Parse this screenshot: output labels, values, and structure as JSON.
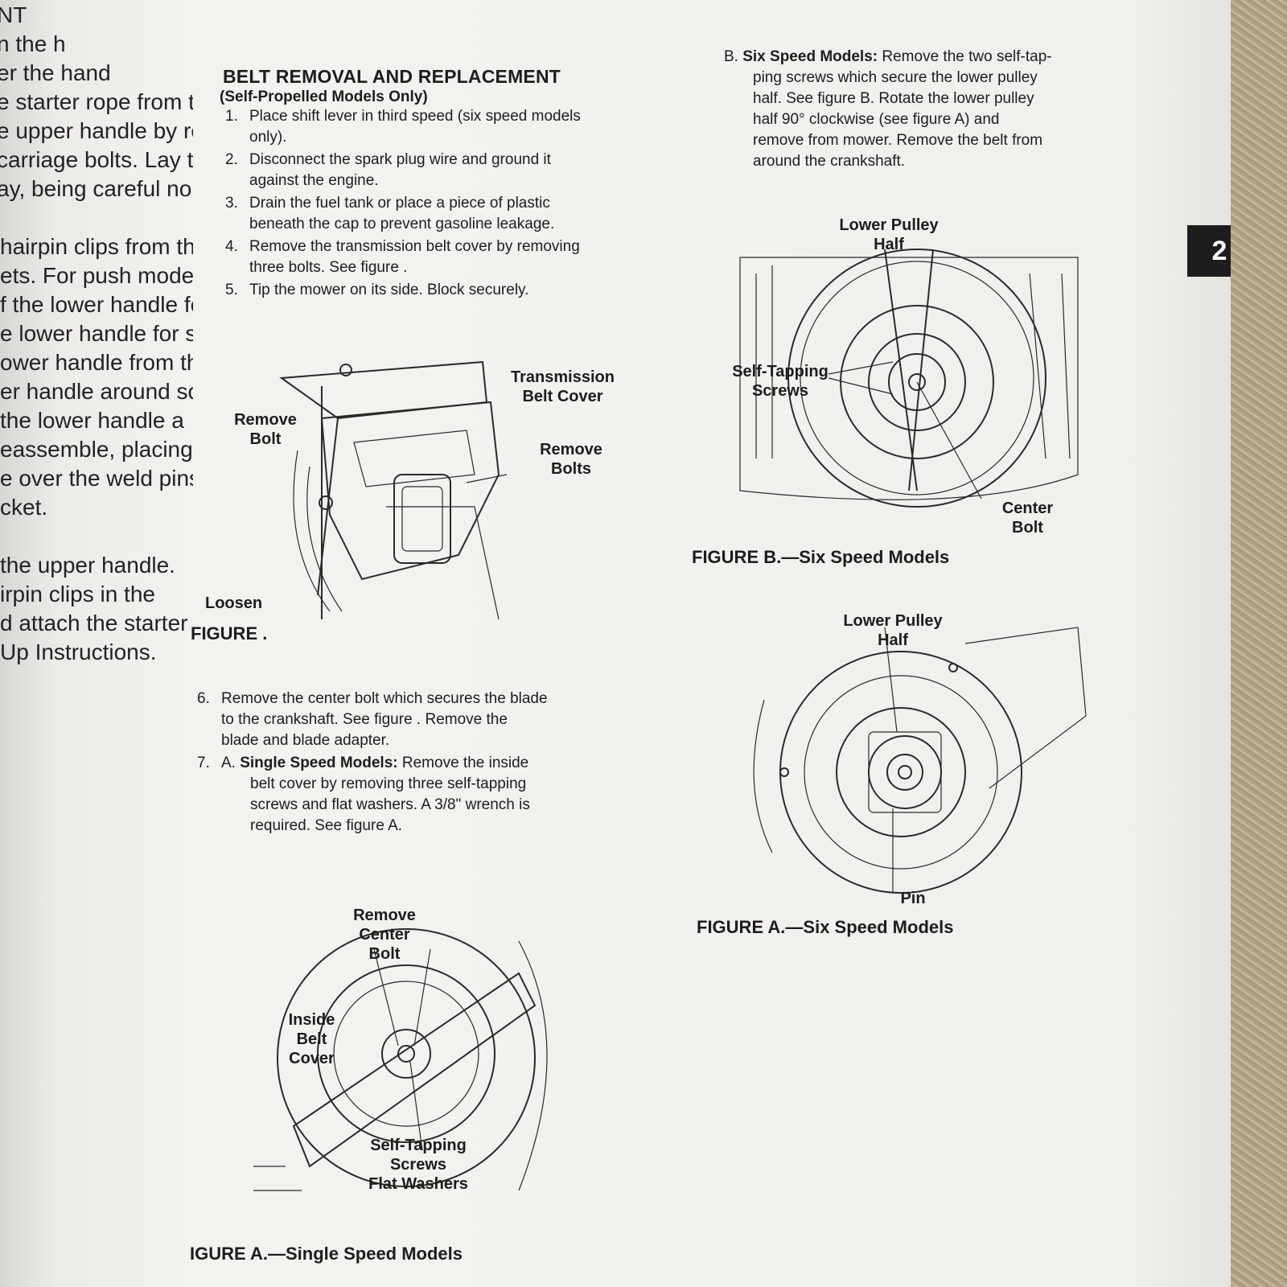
{
  "left_fragment": {
    "lines": [
      "NT",
      "n the h",
      "er the hand",
      "e starter rope from the",
      "e upper handle by rem",
      "carriage bolts. Lay th",
      "ay, being careful no",
      "",
      "hairpin clips from the",
      "ets. For push mode",
      "f the lower handle fo",
      "e lower handle for self-",
      "ower handle from th",
      "er handle around so",
      "the lower handle a",
      "eassemble, placing th",
      "e over the weld pins",
      "cket.",
      "",
      "the upper handle.",
      "irpin clips in the",
      "d attach the starter to",
      "Up Instructions."
    ]
  },
  "section": {
    "title": "BELT REMOVAL AND REPLACEMENT",
    "subtitle": "(Self-Propelled Models Only)"
  },
  "steps_a": [
    {
      "num": "1.",
      "lines": [
        "Place shift lever in third speed (six speed models",
        "only)."
      ]
    },
    {
      "num": "2.",
      "lines": [
        "Disconnect the spark plug wire and ground it",
        "against the engine."
      ]
    },
    {
      "num": "3.",
      "lines": [
        "Drain the fuel tank or place a piece of plastic",
        "beneath the cap to prevent gasoline leakage."
      ]
    },
    {
      "num": "4.",
      "lines": [
        "Remove the transmission belt cover by removing",
        "three bolts. See figure   ."
      ]
    },
    {
      "num": "5.",
      "lines": [
        "Tip the mower on its side. Block securely."
      ]
    }
  ],
  "figure1": {
    "labels": {
      "transmission_belt_cover": "Transmission\nBelt Cover",
      "remove_bolt": "Remove\nBolt",
      "remove_bolts": "Remove\nBolts",
      "loosen": "Loosen"
    },
    "caption": "FIGURE ."
  },
  "steps_b": [
    {
      "num": "6.",
      "lines": [
        "Remove the center bolt which secures the blade",
        "to the crankshaft. See figure    . Remove the",
        "blade and blade adapter."
      ]
    },
    {
      "num": "7.",
      "prefix": "A.",
      "bold": "Single Speed Models:",
      "lines": [
        "Remove the inside",
        "belt cover by removing three self-tapping",
        "screws and flat washers. A 3/8\" wrench is",
        "required. See figure    A."
      ]
    }
  ],
  "figure_single": {
    "labels": {
      "remove_center_bolt": "Remove\nCenter\nBolt",
      "inside_belt_cover": "Inside\nBelt\nCover",
      "self_tapping": "Self-Tapping\nScrews\nFlat Washers"
    },
    "caption": "IGURE     A.—Single Speed Models"
  },
  "step_b": {
    "prefix": "B.",
    "bold": "Six Speed Models:",
    "lines": [
      "Remove the two self-tap-",
      "ping screws which secure the lower pulley",
      "half. See figure    B. Rotate the lower pulley",
      "half 90° clockwise (see figure    A) and",
      "remove from mower. Remove the belt from",
      "around the crankshaft."
    ]
  },
  "figure_six_b": {
    "labels": {
      "lower_pulley_half": "Lower Pulley\nHalf",
      "self_tapping_screws": "Self-Tapping\nScrews",
      "center_bolt": "Center\nBolt"
    },
    "caption": "FIGURE     B.—Six Speed Models"
  },
  "figure_six_a": {
    "labels": {
      "lower_pulley_half": "Lower Pulley\nHalf",
      "pin": "Pin"
    },
    "caption": "FIGURE     A.—Six Speed Models"
  },
  "page_tab": "2"
}
